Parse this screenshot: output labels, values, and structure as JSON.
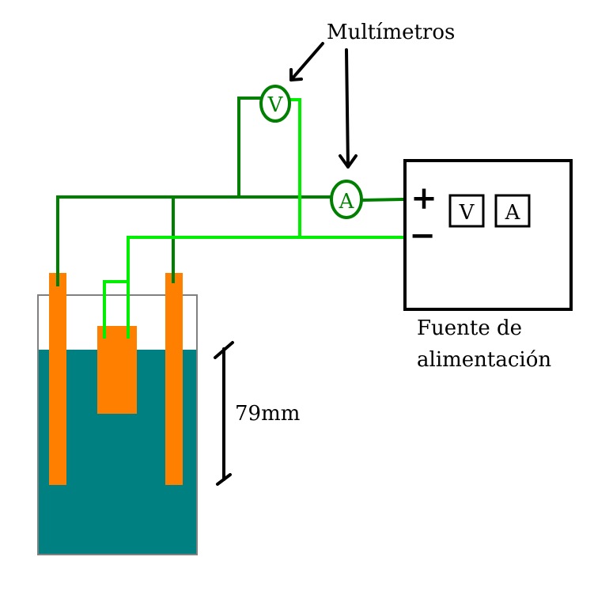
{
  "labels": {
    "multimeters": "Multímetros",
    "power_supply_line1": "Fuente  de",
    "power_supply_line2": "alimentación",
    "height": "79mm"
  },
  "meters": {
    "voltmeter": "V",
    "ammeter": "A"
  },
  "power_supply": {
    "plus": "+",
    "minus": "−",
    "display_v": "V",
    "display_a": "A"
  },
  "colors": {
    "liquid": "#008080",
    "electrode": "#ff8000",
    "wire_dark": "#008000",
    "wire_light": "#00ee00",
    "meter": "#008000"
  }
}
